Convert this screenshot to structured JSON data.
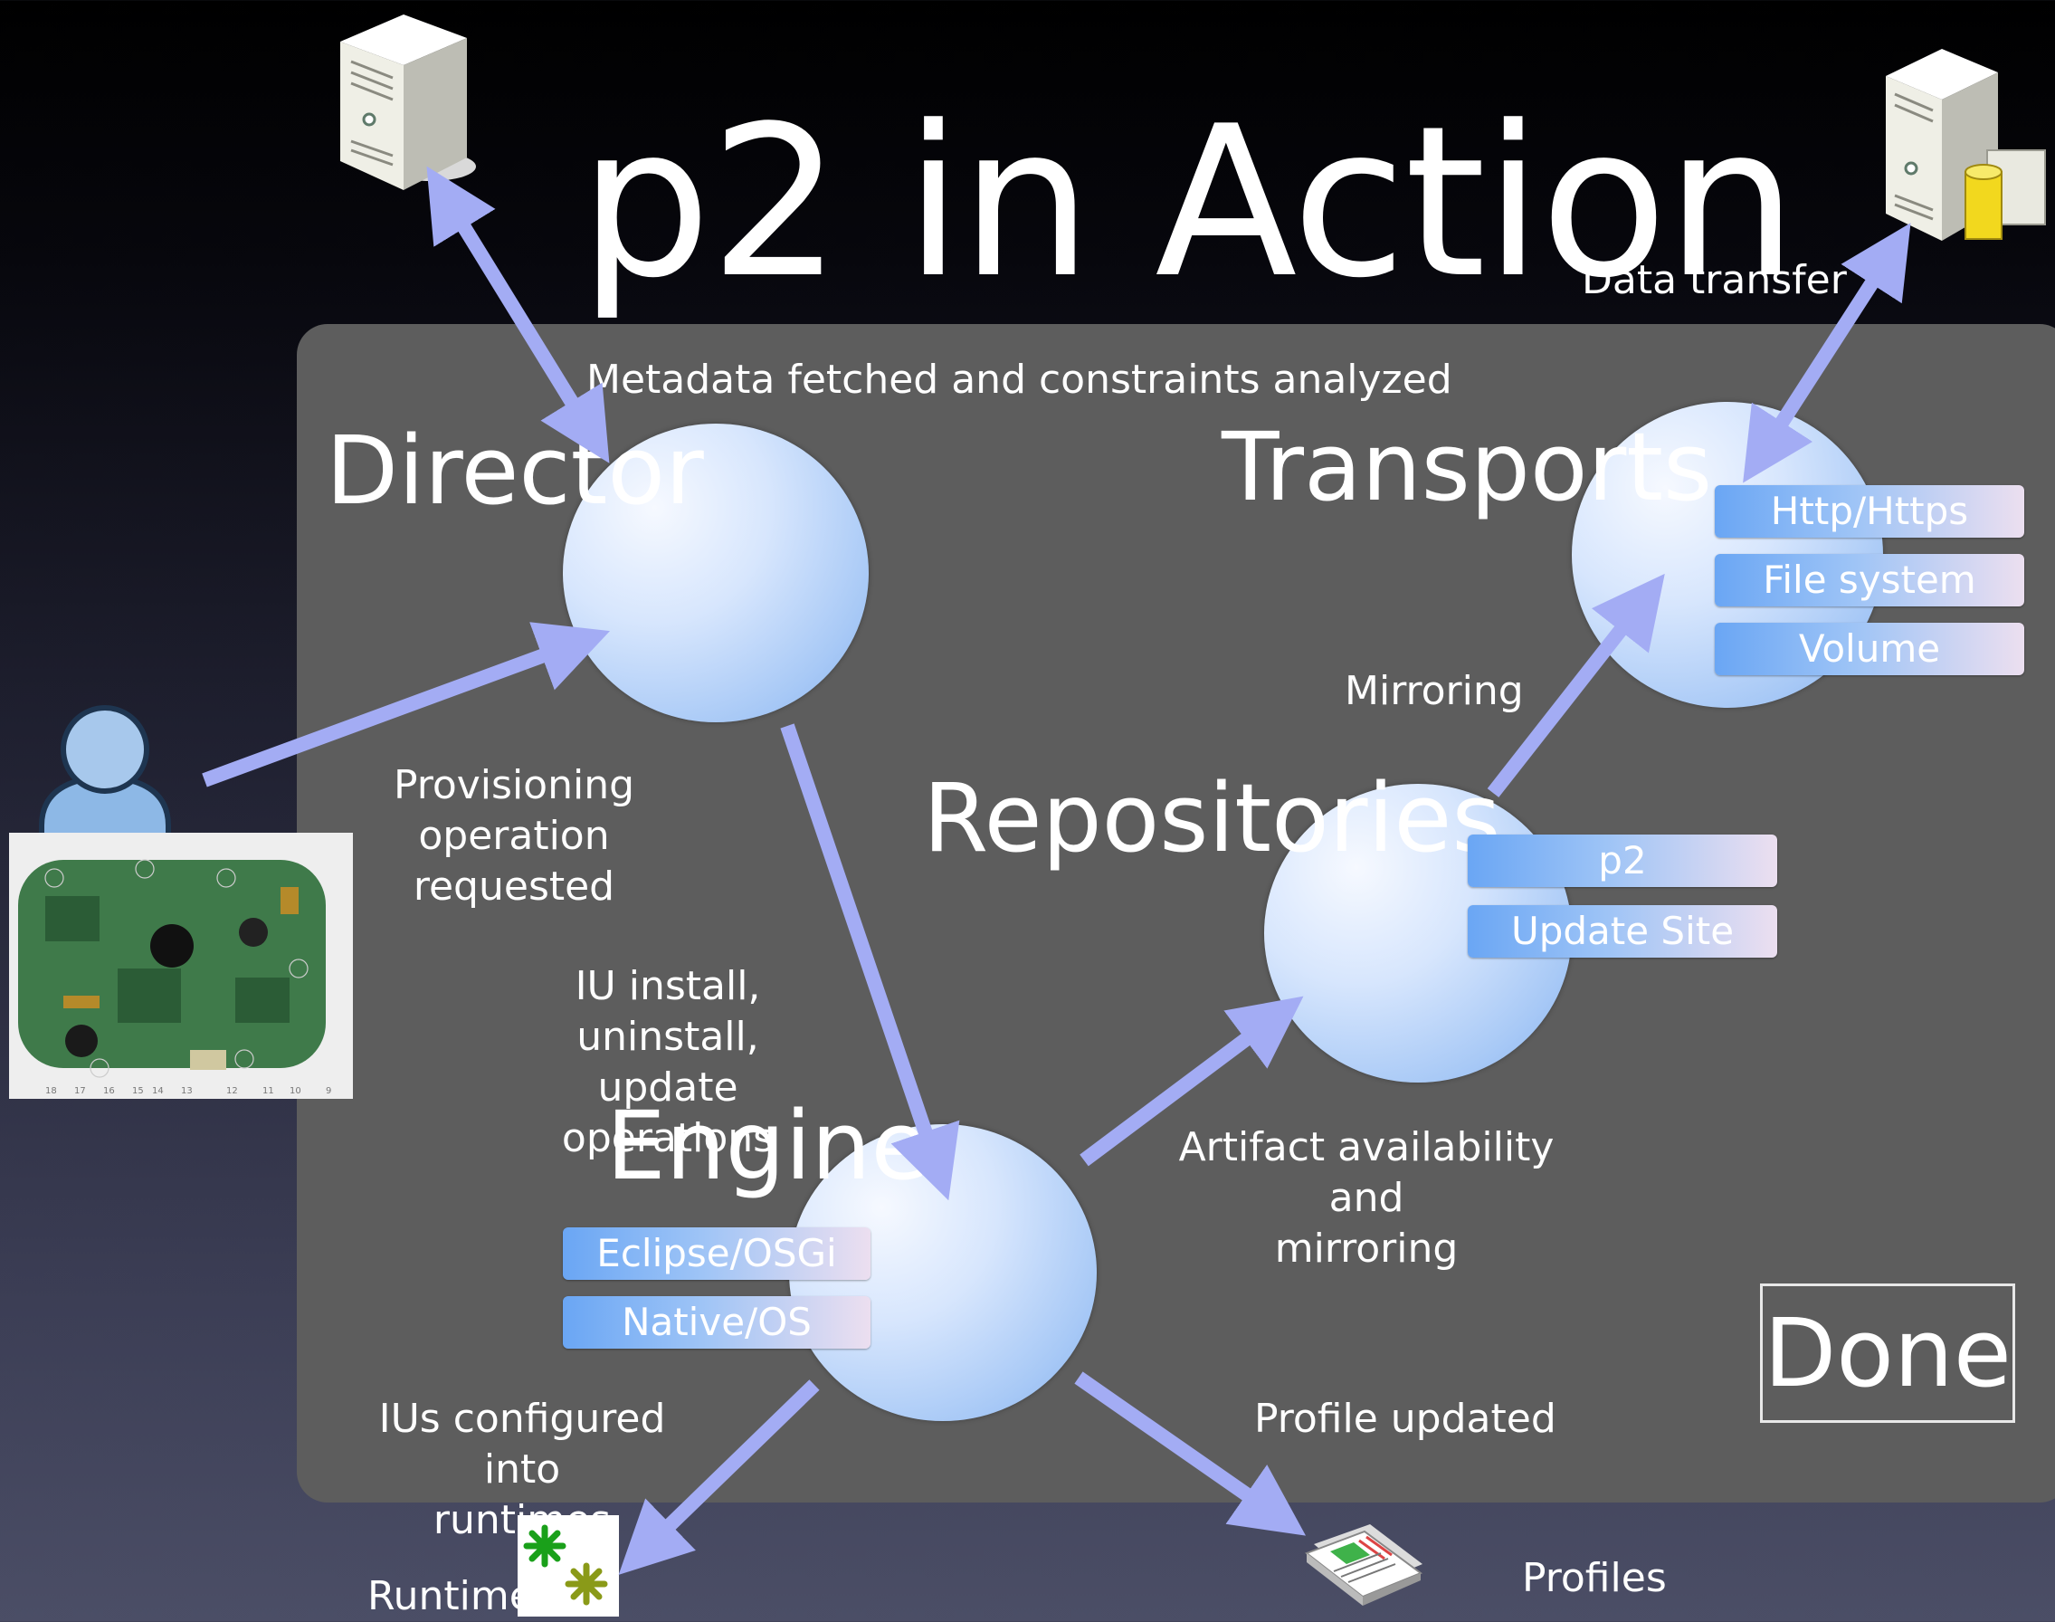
{
  "title": "p2 in Action",
  "components": {
    "director": "Director",
    "transports": "Transports",
    "repositories": "Repositories",
    "engine": "Engine"
  },
  "badges": {
    "transports": [
      "Http/Https",
      "File system",
      "Volume"
    ],
    "repositories": [
      "p2",
      "Update Site"
    ],
    "engine": [
      "Eclipse/OSGi",
      "Native/OS"
    ]
  },
  "labels": {
    "data_transfer": "Data transfer",
    "metadata": "Metadata fetched and constraints analyzed",
    "mirroring": "Mirroring",
    "provisioning": "Provisioning operation\nrequested",
    "iu_operations": "IU install, uninstall,\nupdate operations",
    "artifact": "Artifact availability and\nmirroring",
    "ius_configured": "IUs configured into\nruntimes",
    "profile_updated": "Profile updated",
    "runtime": "Runtime",
    "profiles": "Profiles"
  },
  "done": "Done",
  "colors": {
    "panel": "#5d5d5d",
    "arrow": "#a3acf4",
    "circle": "#a8c9f6",
    "badge": "#6aa6f4"
  },
  "icons": [
    "metadata-server-icon",
    "artifact-server-icon",
    "user-icon",
    "circuit-board-image",
    "runtime-icon",
    "profile-document-icon"
  ]
}
